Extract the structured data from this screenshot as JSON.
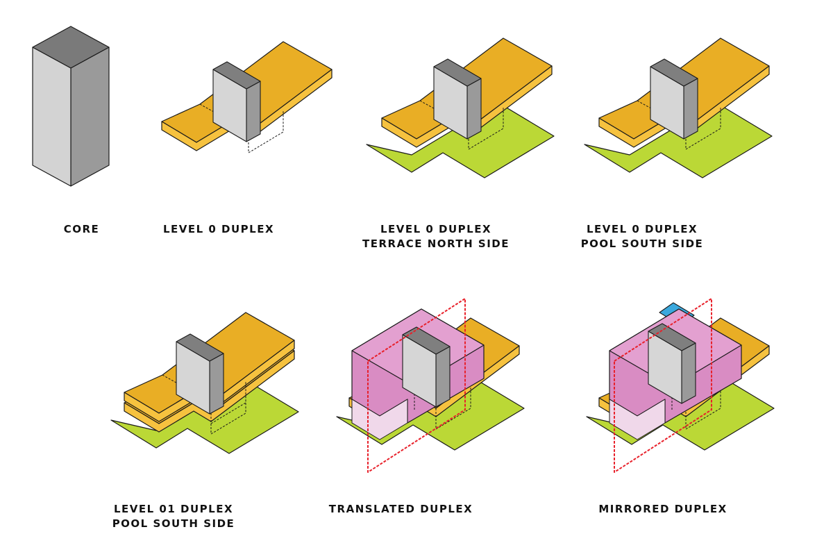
{
  "colors": {
    "core_front": "#d3d3d3",
    "core_side": "#9a9a9a",
    "core_top": "#7a7a7a",
    "level_orange": "#e9ae25",
    "level_orange_edge": "#f6c23f",
    "terrace_green": "#bbd836",
    "pool_blue": "#3aa8dd",
    "mirrored_pink": "#d98cc3",
    "mirror_plane_red": "#e8202a",
    "outline": "#1a1a1a"
  },
  "diagrams": [
    {
      "id": "core",
      "caption": [
        "CORE"
      ]
    },
    {
      "id": "level0",
      "caption": [
        "LEVEL 0  DUPLEX"
      ]
    },
    {
      "id": "level0-terrace",
      "caption": [
        "LEVEL 0  DUPLEX",
        "TERRACE NORTH SIDE"
      ]
    },
    {
      "id": "level0-pool",
      "caption": [
        "LEVEL 0  DUPLEX",
        "POOL SOUTH SIDE"
      ]
    },
    {
      "id": "level01-pool",
      "caption": [
        "LEVEL 01  DUPLEX",
        "POOL SOUTH SIDE"
      ]
    },
    {
      "id": "translated",
      "caption": [
        "TRANSLATED DUPLEX"
      ]
    },
    {
      "id": "mirrored",
      "caption": [
        "MIRRORED DUPLEX"
      ]
    }
  ]
}
